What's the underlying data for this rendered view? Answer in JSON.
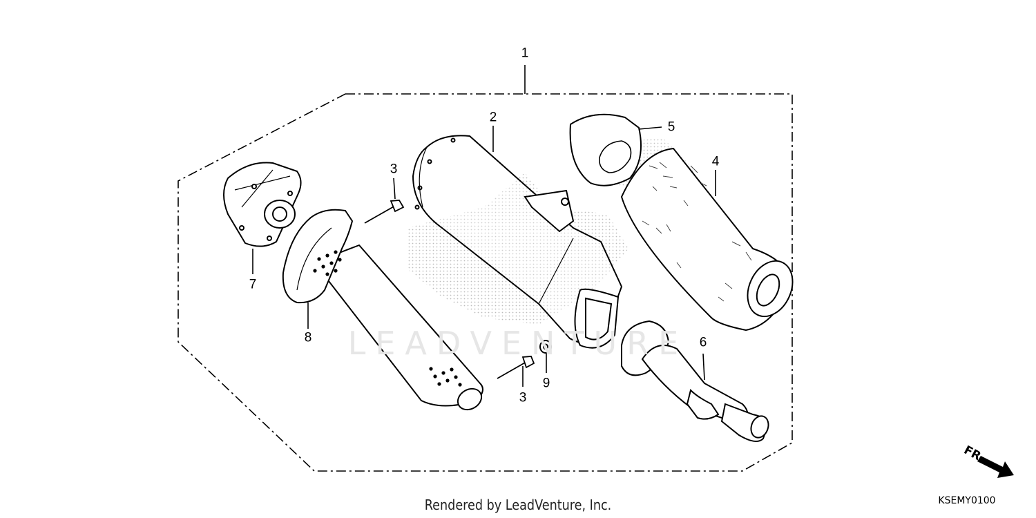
{
  "callouts": [
    {
      "id": "1",
      "text": "1"
    },
    {
      "id": "2",
      "text": "2"
    },
    {
      "id": "3a",
      "text": "3"
    },
    {
      "id": "3b",
      "text": "3"
    },
    {
      "id": "4",
      "text": "4"
    },
    {
      "id": "5",
      "text": "5"
    },
    {
      "id": "6",
      "text": "6"
    },
    {
      "id": "7",
      "text": "7"
    },
    {
      "id": "8",
      "text": "8"
    },
    {
      "id": "9",
      "text": "9"
    }
  ],
  "footer": "Rendered by LeadVenture, Inc.",
  "diagram_code": "KSEMY0100",
  "direction_marker": "FR.",
  "watermark": "LEADVENTURE",
  "colors": {
    "line": "#000000",
    "dots": "#b5b5b5",
    "watermark": "#e6e6e6"
  }
}
